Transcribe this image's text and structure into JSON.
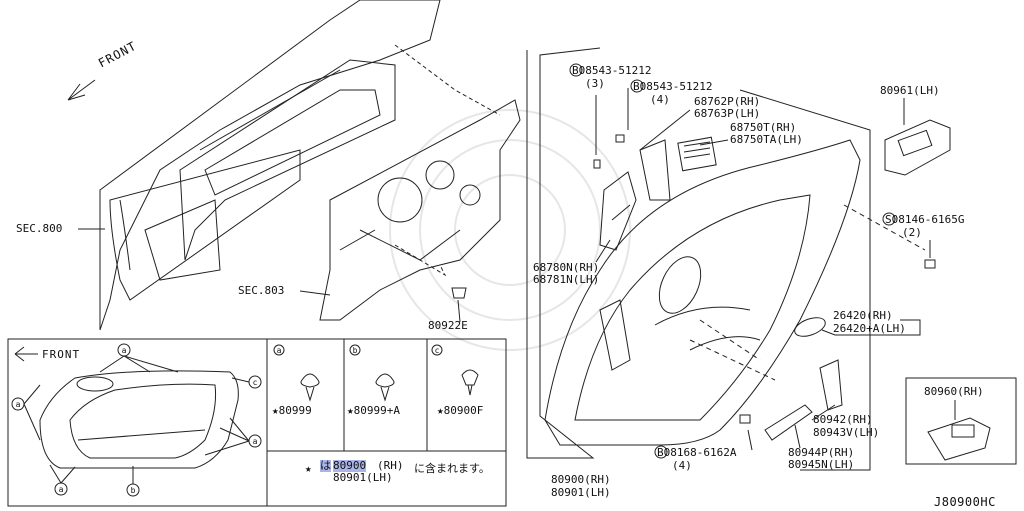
{
  "diagram": {
    "code": "J80900HC",
    "front_main": "FRONT",
    "front_inset": "FRONT",
    "callouts": {
      "sec800": "SEC.800",
      "sec803": "SEC.803",
      "p80922e": "80922E",
      "b08543_a": "B08543-51212",
      "b08543_a_qty": "(3)",
      "b08543_b": "B08543-51212",
      "b08543_b_qty": "(4)",
      "p68762": "68762P(RH)",
      "p68763": "68763P(LH)",
      "p68750t": "68750T(RH)",
      "p68750ta": "68750TA(LH)",
      "p80961": "80961(LH)",
      "s08146": "S08146-6165G",
      "s08146_qty": "(2)",
      "p68780": "68780N(RH)",
      "p68781": "68781N(LH)",
      "p26420": "26420(RH)",
      "p26420a": "26420+A(LH)",
      "p80960": "80960(RH)",
      "p80942": "80942(RH)",
      "p80943": "80943V(LH)",
      "b08168": "B08168-6162A",
      "b08168_qty": "(4)",
      "p80944": "80944P(RH)",
      "p80945": "80945N(LH)",
      "p80900": "80900(RH)",
      "p80901": "80901(LH)"
    },
    "inset": {
      "a_caption": "★80999",
      "b_caption": "★80999+A",
      "c_caption": "★80900F",
      "note_star": "★",
      "note_prefix": "は",
      "note_rh_code": "80900",
      "note_rh_side": "(RH)",
      "note_lh_line": "80901(LH)",
      "note_suffix": "に含まれます。"
    },
    "colors": {
      "line": "#222222",
      "highlight": "#aab4e6"
    }
  }
}
